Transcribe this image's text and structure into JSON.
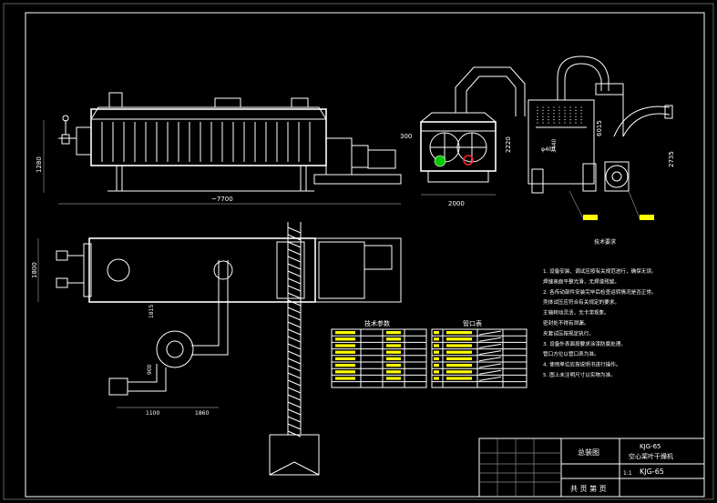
{
  "drawing_title_cn": "KJG-65 空心桨叶干燥机",
  "title_block": {
    "model_top": "KJG-65",
    "machine_name": "空心桨叶干燥机",
    "model_bottom": "KJG-65",
    "general_assembly": "总装图",
    "scale": "1:1",
    "sheets_label": "共 页 第 页"
  },
  "dimensions": {
    "overall_length": "~7700",
    "height_left": "1280",
    "front_width": "2000",
    "front_height": "2220",
    "front_small": "300",
    "inlet_dia": "φ400",
    "front_mid": "3440",
    "cyclone_h": "2735",
    "cyclone_total": "6015",
    "plan_width": "1800",
    "plan_small": "1815",
    "plan_900": "900",
    "plan_1100": "1100",
    "plan_1860": "1860"
  },
  "tables": {
    "tech_params_title": "技术参数",
    "interface_title": "管口表"
  },
  "notes": {
    "title": "技术要求",
    "lines": [
      "1. 设备安装、调试应按有关规范进行，确保无误。",
      "   焊缝表面平整光滑，无焊渣残留。",
      "2. 各传动部件安装完毕后检查运转情况是否正常。",
      "   壳体试压应符合有关规定的要求。",
      "   主轴转动灵活，无卡滞现象。",
      "   密封处不得有泄漏。",
      "   夹套试压按规定执行。",
      "3. 设备外表面按要求涂漆防腐处理。",
      "   管口方位以管口表为准。",
      "4. 使用单位应按说明书进行操作。",
      "5. 图上未注明尺寸以实物为准。"
    ]
  }
}
